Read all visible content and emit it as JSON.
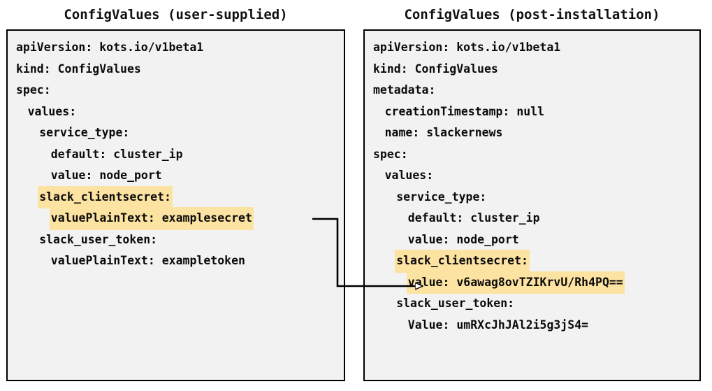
{
  "diagram": {
    "title_left": "ConfigValues (user-supplied)",
    "title_right": "ConfigValues (post-installation)",
    "highlight_color": "#fde3a2",
    "border_color": "#000000",
    "panel_background": "#f2f2f2",
    "arrow_color": "#000000"
  },
  "left_panel": {
    "lines": [
      {
        "text": "apiVersion: kots.io/v1beta1",
        "indent": 0,
        "highlight": false
      },
      {
        "text": "kind: ConfigValues",
        "indent": 0,
        "highlight": false
      },
      {
        "text": "spec:",
        "indent": 0,
        "highlight": false
      },
      {
        "text": "values:",
        "indent": 1,
        "highlight": false
      },
      {
        "text": "service_type:",
        "indent": 2,
        "highlight": false
      },
      {
        "text": "default: cluster_ip",
        "indent": 3,
        "highlight": false
      },
      {
        "text": "value: node_port",
        "indent": 3,
        "highlight": false
      },
      {
        "text": "slack_clientsecret:",
        "indent": 2,
        "highlight": true
      },
      {
        "text": "valuePlainText: examplesecret",
        "indent": 3,
        "highlight": true
      },
      {
        "text": "slack_user_token:",
        "indent": 2,
        "highlight": false
      },
      {
        "text": "valuePlainText: exampletoken",
        "indent": 3,
        "highlight": false
      }
    ]
  },
  "right_panel": {
    "lines": [
      {
        "text": "apiVersion: kots.io/v1beta1",
        "indent": 0,
        "highlight": false
      },
      {
        "text": "kind: ConfigValues",
        "indent": 0,
        "highlight": false
      },
      {
        "text": "metadata:",
        "indent": 0,
        "highlight": false
      },
      {
        "text": "creationTimestamp: null",
        "indent": 1,
        "highlight": false
      },
      {
        "text": "name: slackernews",
        "indent": 1,
        "highlight": false
      },
      {
        "text": "spec:",
        "indent": 0,
        "highlight": false
      },
      {
        "text": "values:",
        "indent": 1,
        "highlight": false
      },
      {
        "text": "service_type:",
        "indent": 2,
        "highlight": false
      },
      {
        "text": "default: cluster_ip",
        "indent": 3,
        "highlight": false
      },
      {
        "text": "value: node_port",
        "indent": 3,
        "highlight": false
      },
      {
        "text": "slack_clientsecret:",
        "indent": 2,
        "highlight": true
      },
      {
        "text": "value: v6awag8ovTZIKrvU/Rh4PQ==",
        "indent": 3,
        "highlight": true
      },
      {
        "text": "slack_user_token:",
        "indent": 2,
        "highlight": false
      },
      {
        "text": "Value: umRXcJhJAl2i5g3jS4=",
        "indent": 3,
        "highlight": false
      }
    ]
  }
}
